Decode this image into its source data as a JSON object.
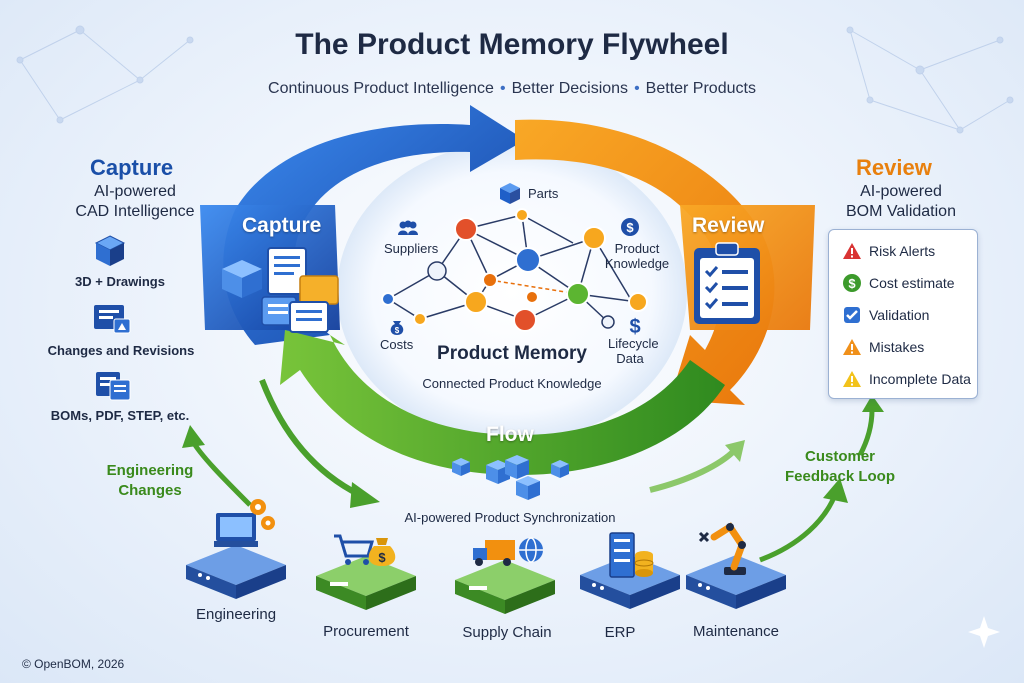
{
  "header": {
    "title": "The Product Memory Flywheel",
    "subtitle_parts": [
      "Continuous Product Intelligence",
      "Better Decisions",
      "Better Products"
    ],
    "separator": "•"
  },
  "capture": {
    "heading": "Capture",
    "subheading_line1": "AI-powered",
    "subheading_line2": "CAD Intelligence",
    "arc_label": "Capture",
    "items": [
      {
        "label": "3D + Drawings",
        "icon": "cube-icon"
      },
      {
        "label": "Changes and Revisions",
        "icon": "document-icon"
      },
      {
        "label": "BOMs, PDF, STEP, etc.",
        "icon": "files-icon"
      }
    ]
  },
  "review": {
    "heading": "Review",
    "subheading_line1": "AI-powered",
    "subheading_line2": "BOM Validation",
    "arc_label": "Review",
    "items": [
      {
        "label": "Risk Alerts",
        "icon": "alert-icon",
        "color": "#d93434"
      },
      {
        "label": "Cost estimate",
        "icon": "dollar-icon",
        "color": "#3c9a2b"
      },
      {
        "label": "Validation",
        "icon": "checkbox-icon",
        "color": "#2f6fd1"
      },
      {
        "label": "Mistakes",
        "icon": "warning-icon",
        "color": "#f0901a"
      },
      {
        "label": "Incomplete Data",
        "icon": "warning-icon",
        "color": "#f2c21b"
      }
    ]
  },
  "flow": {
    "arc_label": "Flow",
    "sync_label": "AI-powered Product Synchronization"
  },
  "product_memory": {
    "title": "Product Memory",
    "subtitle": "Connected Product Knowledge",
    "nodes": [
      {
        "label": "Parts",
        "icon": "cube-icon"
      },
      {
        "label": "Suppliers",
        "icon": "people-icon"
      },
      {
        "label": "Product",
        "label2": "Knowledge",
        "icon": "dollar-icon"
      },
      {
        "label": "Costs",
        "icon": "moneybag-icon"
      },
      {
        "label": "Lifecycle",
        "label2": "Data",
        "icon": "dollar-icon"
      }
    ]
  },
  "loops": {
    "engineering_line1": "Engineering",
    "engineering_line2": "Changes",
    "customer_line1": "Customer",
    "customer_line2": "Feedback Loop"
  },
  "bases": [
    {
      "label": "Engineering",
      "icon": "computer-gear-icon"
    },
    {
      "label": "Procurement",
      "icon": "cart-money-icon"
    },
    {
      "label": "Supply Chain",
      "icon": "truck-globe-icon"
    },
    {
      "label": "ERP",
      "icon": "server-database-icon"
    },
    {
      "label": "Maintenance",
      "icon": "robot-arm-icon"
    }
  ],
  "colors": {
    "blue": "#1f5fc8",
    "orange": "#f2900f",
    "green": "#4aa02c",
    "title": "#1e2a44"
  },
  "footer": {
    "copyright": "© OpenBOM, 2026"
  }
}
